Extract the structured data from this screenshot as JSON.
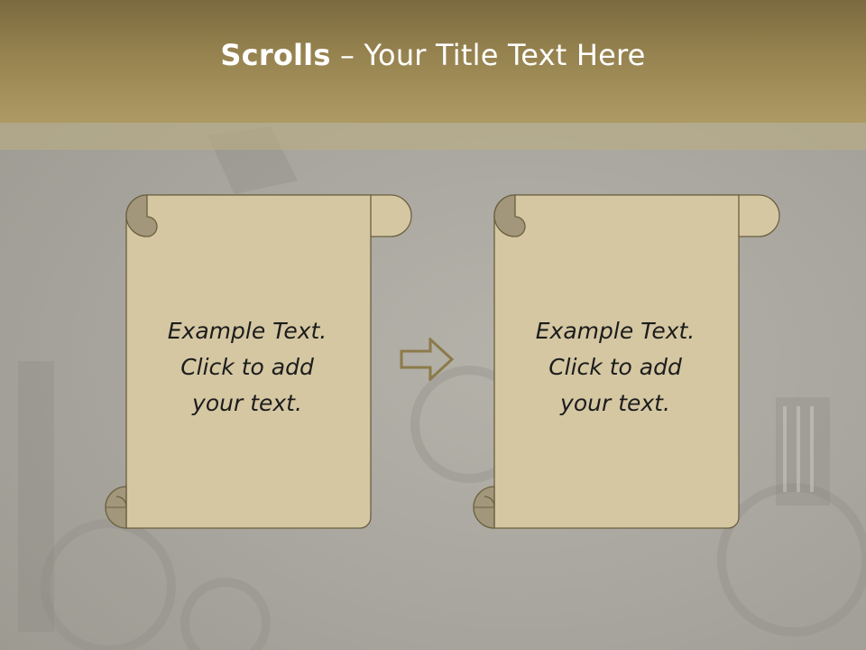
{
  "slide": {
    "title_bold": "Scrolls",
    "title_separator": " – ",
    "title_rest": "Your Title Text Here"
  },
  "scrolls": [
    {
      "line1": "Example  Text.",
      "line2": "Click  to add",
      "line3": "your text."
    },
    {
      "line1": "Example  Text.",
      "line2": "Click  to add",
      "line3": "your text."
    }
  ],
  "colors": {
    "header_dark": "#7b6a40",
    "header_light": "#ad9a64",
    "parchment": "#d4c7a2",
    "parchment_curl": "#a2977a",
    "scroll_outline": "#6b5f40",
    "arrow": "#8c7a4a"
  },
  "icons": {
    "arrow": "right-arrow-outline-icon"
  }
}
